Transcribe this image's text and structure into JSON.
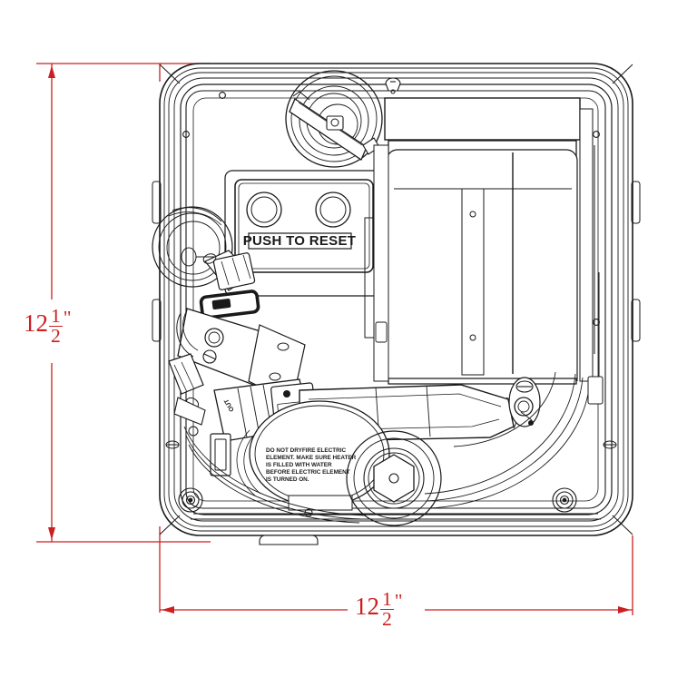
{
  "drawing": {
    "title": "RV Water Heater Front Panel Technical Drawing",
    "type": "cad-line-drawing",
    "background_color": "#ffffff",
    "line_color": "#1a1a1a",
    "dimension_color": "#cc1f1f"
  },
  "dimensions": {
    "height": {
      "label": "12 1/2\"",
      "whole": "12",
      "numerator": "1",
      "denominator": "2",
      "unit": "\"",
      "orientation": "vertical",
      "position": "left"
    },
    "width": {
      "label": "12 1/2\"",
      "whole": "12",
      "numerator": "1",
      "denominator": "2",
      "unit": "\"",
      "orientation": "horizontal",
      "position": "bottom"
    }
  },
  "labels": {
    "reset_panel": "PUSH TO RESET",
    "warning_line_1": "DO NOT DRYFIRE ELECTRIC",
    "warning_line_2": "ELEMENT. MAKE SURE HEATER",
    "warning_line_3": "IS FILLED WITH WATER",
    "warning_line_4": "BEFORE ELECTRIC ELEMENT",
    "warning_line_5": "IS TURNED ON.",
    "valve_outlet": "OUT"
  },
  "components": {
    "outer_door": "outer-door-frame",
    "burner_assembly": "circular-burner-fan-assembly",
    "reset_box": "thermostat-reset-panel",
    "combustion_housing": "rectangular-combustion-chamber-housing",
    "gas_valve": "gas-control-valve-assembly",
    "drain_plug": "hex-drain-plug-anode-rod",
    "burner_tube": "diagonal-burner-tube",
    "mounting_screws": "corner-mounting-screws",
    "pipe_fitting": "water-pipe-fitting"
  }
}
